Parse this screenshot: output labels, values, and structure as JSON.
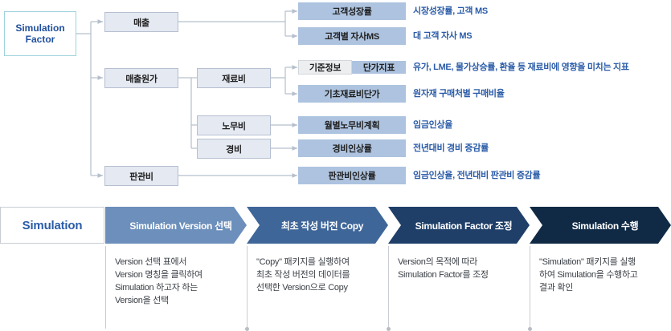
{
  "tree": {
    "root": {
      "line1": "Simulation",
      "line2": "Factor"
    },
    "level1": [
      {
        "id": "sales",
        "label": "매출"
      },
      {
        "id": "cogs",
        "label": "매출원가"
      },
      {
        "id": "sgna",
        "label": "판관비"
      }
    ],
    "level2": [
      {
        "id": "material",
        "label": "재료비"
      },
      {
        "id": "labor",
        "label": "노무비"
      },
      {
        "id": "expense",
        "label": "경비"
      }
    ],
    "leaves": [
      {
        "id": "customer-growth-rate",
        "label": "고객성장률",
        "desc": "시장성장률, 고객 MS"
      },
      {
        "id": "customer-ms",
        "label": "고객별 자사MS",
        "desc": "대 고객 자사 MS"
      },
      {
        "id": "unit-price-index",
        "label_a": "기준정보",
        "label_b": "단가지표",
        "split": true,
        "desc": "유가, LME, 물가상승률, 환율 등 재료비에 영향을 미치는 지표"
      },
      {
        "id": "base-material-price",
        "label": "기초재료비단가",
        "desc": "원자재 구매처별 구매비율"
      },
      {
        "id": "monthly-labor-plan",
        "label": "월별노무비계획",
        "desc": "임금인상율"
      },
      {
        "id": "expense-increase",
        "label": "경비인상률",
        "desc": "전년대비 경비 증감률"
      },
      {
        "id": "sgna-increase",
        "label": "판관비인상률",
        "desc": "임금인상율, 전년대비 판관비 증감률"
      }
    ]
  },
  "flow": {
    "label": "Simulation",
    "steps": [
      {
        "id": "select-version",
        "title": "Simulation Version 선택",
        "color": "#6c8fbb",
        "desc": "Version 선택 표에서\nVersion 명칭을 클릭하여\nSimulation 하고자 하는\nVersion을 선택"
      },
      {
        "id": "copy-initial-version",
        "title": "최초 작성 버전 Copy",
        "color": "#3f6699",
        "desc": "\"Copy\" 패키지를 실행하여\n최초 작성 버전의 데이터를\n선택한 Version으로 Copy"
      },
      {
        "id": "adjust-factor",
        "title": "Simulation Factor 조정",
        "color": "#1f3f69",
        "desc": "Version의 목적에 따라\nSimulation Factor를 조정"
      },
      {
        "id": "run-simulation",
        "title": "Simulation 수행",
        "color": "#102a45",
        "desc": "\"Simulation\" 패키지를 실행\n하여 Simulation을 수행하고\n결과 확인"
      }
    ]
  },
  "colors": {
    "accent_blue": "#2b5ca8",
    "leaf_fill": "#adc3df",
    "node_fill": "#e4e9f2",
    "root_border": "#9fd2dd",
    "connector": "#b5bfcc"
  }
}
